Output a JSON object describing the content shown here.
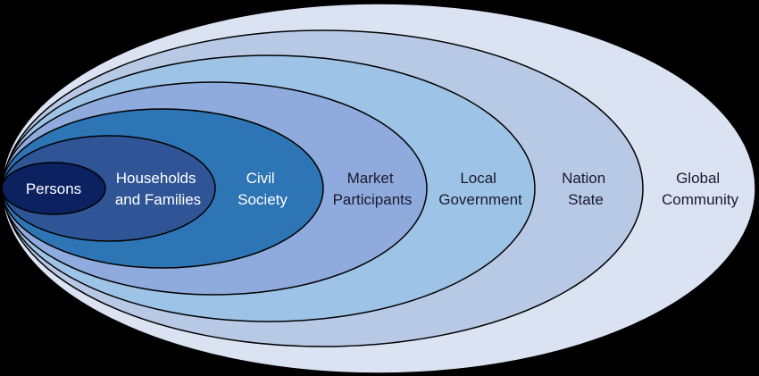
{
  "layers": [
    {
      "lines": [
        "Global",
        "Community"
      ],
      "fill": "#dbe3f3",
      "text_color": "#1a1a2e"
    },
    {
      "lines": [
        "Nation",
        "State"
      ],
      "fill": "#b8c9e6",
      "text_color": "#1a1a2e"
    },
    {
      "lines": [
        "Local",
        "Government"
      ],
      "fill": "#9dc3e6",
      "text_color": "#1a1a2e"
    },
    {
      "lines": [
        "Market",
        "Participants"
      ],
      "fill": "#8faadc",
      "text_color": "#1a1a2e"
    },
    {
      "lines": [
        "Civil",
        "Society"
      ],
      "fill": "#2e75b6",
      "text_color": "#ffffff"
    },
    {
      "lines": [
        "Households",
        "and Families"
      ],
      "fill": "#2f5597",
      "text_color": "#ffffff"
    },
    {
      "lines": [
        "Persons"
      ],
      "fill": "#0b2160",
      "text_color": "#ffffff"
    }
  ]
}
